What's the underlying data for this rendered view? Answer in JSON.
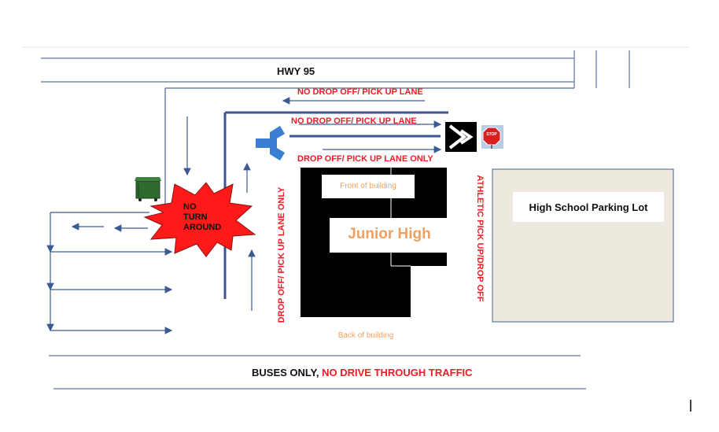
{
  "diagram": {
    "highway_label": "HWY 95",
    "lanes": {
      "top_lane": "NO DROP OFF/ PICK UP LANE",
      "middle_lane": "NO DROP OFF/ PICK UP LANE",
      "bottom_lane": "DROP OFF/ PICK UP LANE ONLY",
      "left_vertical_lane": "DROP OFF/ PICK UP LANE ONLY",
      "athletic_lane": "ATHLETIC PICK UP/DROP OFF"
    },
    "no_turn_around": [
      "NO",
      "TURN",
      "AROUND"
    ],
    "building": {
      "name": "Junior High",
      "front": "Front of building",
      "back": "Back of building"
    },
    "parking_lot": "High School Parking Lot",
    "buses_label": {
      "part1": "BUSES ONLY,",
      "part2": "NO DRIVE THROUGH TRAFFIC"
    },
    "stop_sign_text": "STOP",
    "colors": {
      "road_line": "#5a6f9e",
      "lane_red": "#ee1c25",
      "building": "#000000",
      "label_orange": "#f0a060",
      "junior_high_orange": "#f0a060",
      "parking_fill": "#ede9df",
      "merge_blue": "#3a7fd5",
      "star_red": "#ff1a1a",
      "dumpster_green": "#2f6b2f"
    },
    "icons": [
      "dumpster-icon",
      "merge-arrow-icon",
      "merge-sign-icon",
      "stop-sign-icon"
    ]
  }
}
